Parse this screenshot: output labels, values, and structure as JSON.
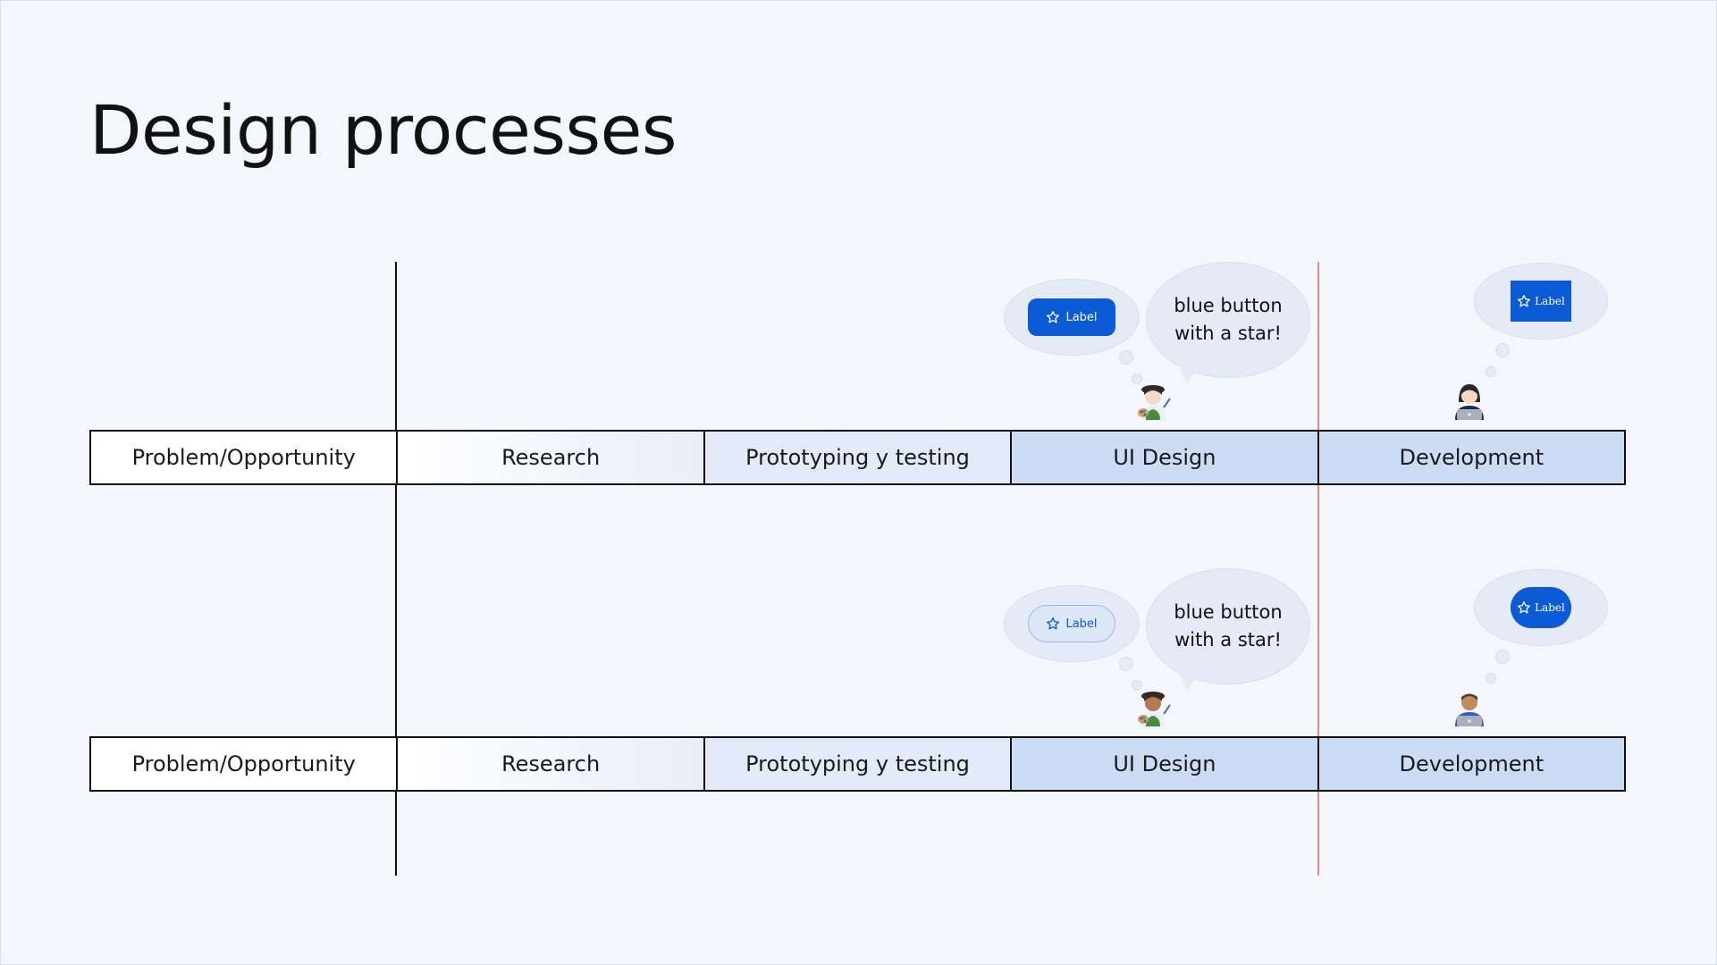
{
  "title": "Design processes",
  "rows": [
    {
      "stages": [
        "Problem/Opportunity",
        "Research",
        "Prototyping y testing",
        "UI Design",
        "Development"
      ],
      "designer_thought_label": "Label",
      "speech_text": "blue button with a star!",
      "developer_thought_label": "Label"
    },
    {
      "stages": [
        "Problem/Opportunity",
        "Research",
        "Prototyping y testing",
        "UI Design",
        "Development"
      ],
      "designer_thought_label": "Label",
      "speech_text": "blue button with a star!",
      "developer_thought_label": "Label"
    }
  ],
  "colors": {
    "background": "#f3f6fb",
    "button_blue": "#0b5bd6",
    "bubble": "#e4ebf6",
    "handoff_line": "#e08a8a"
  },
  "icons": {
    "designer": "artist-avatar",
    "developer": "technologist-avatar",
    "button_icon": "star-icon"
  }
}
